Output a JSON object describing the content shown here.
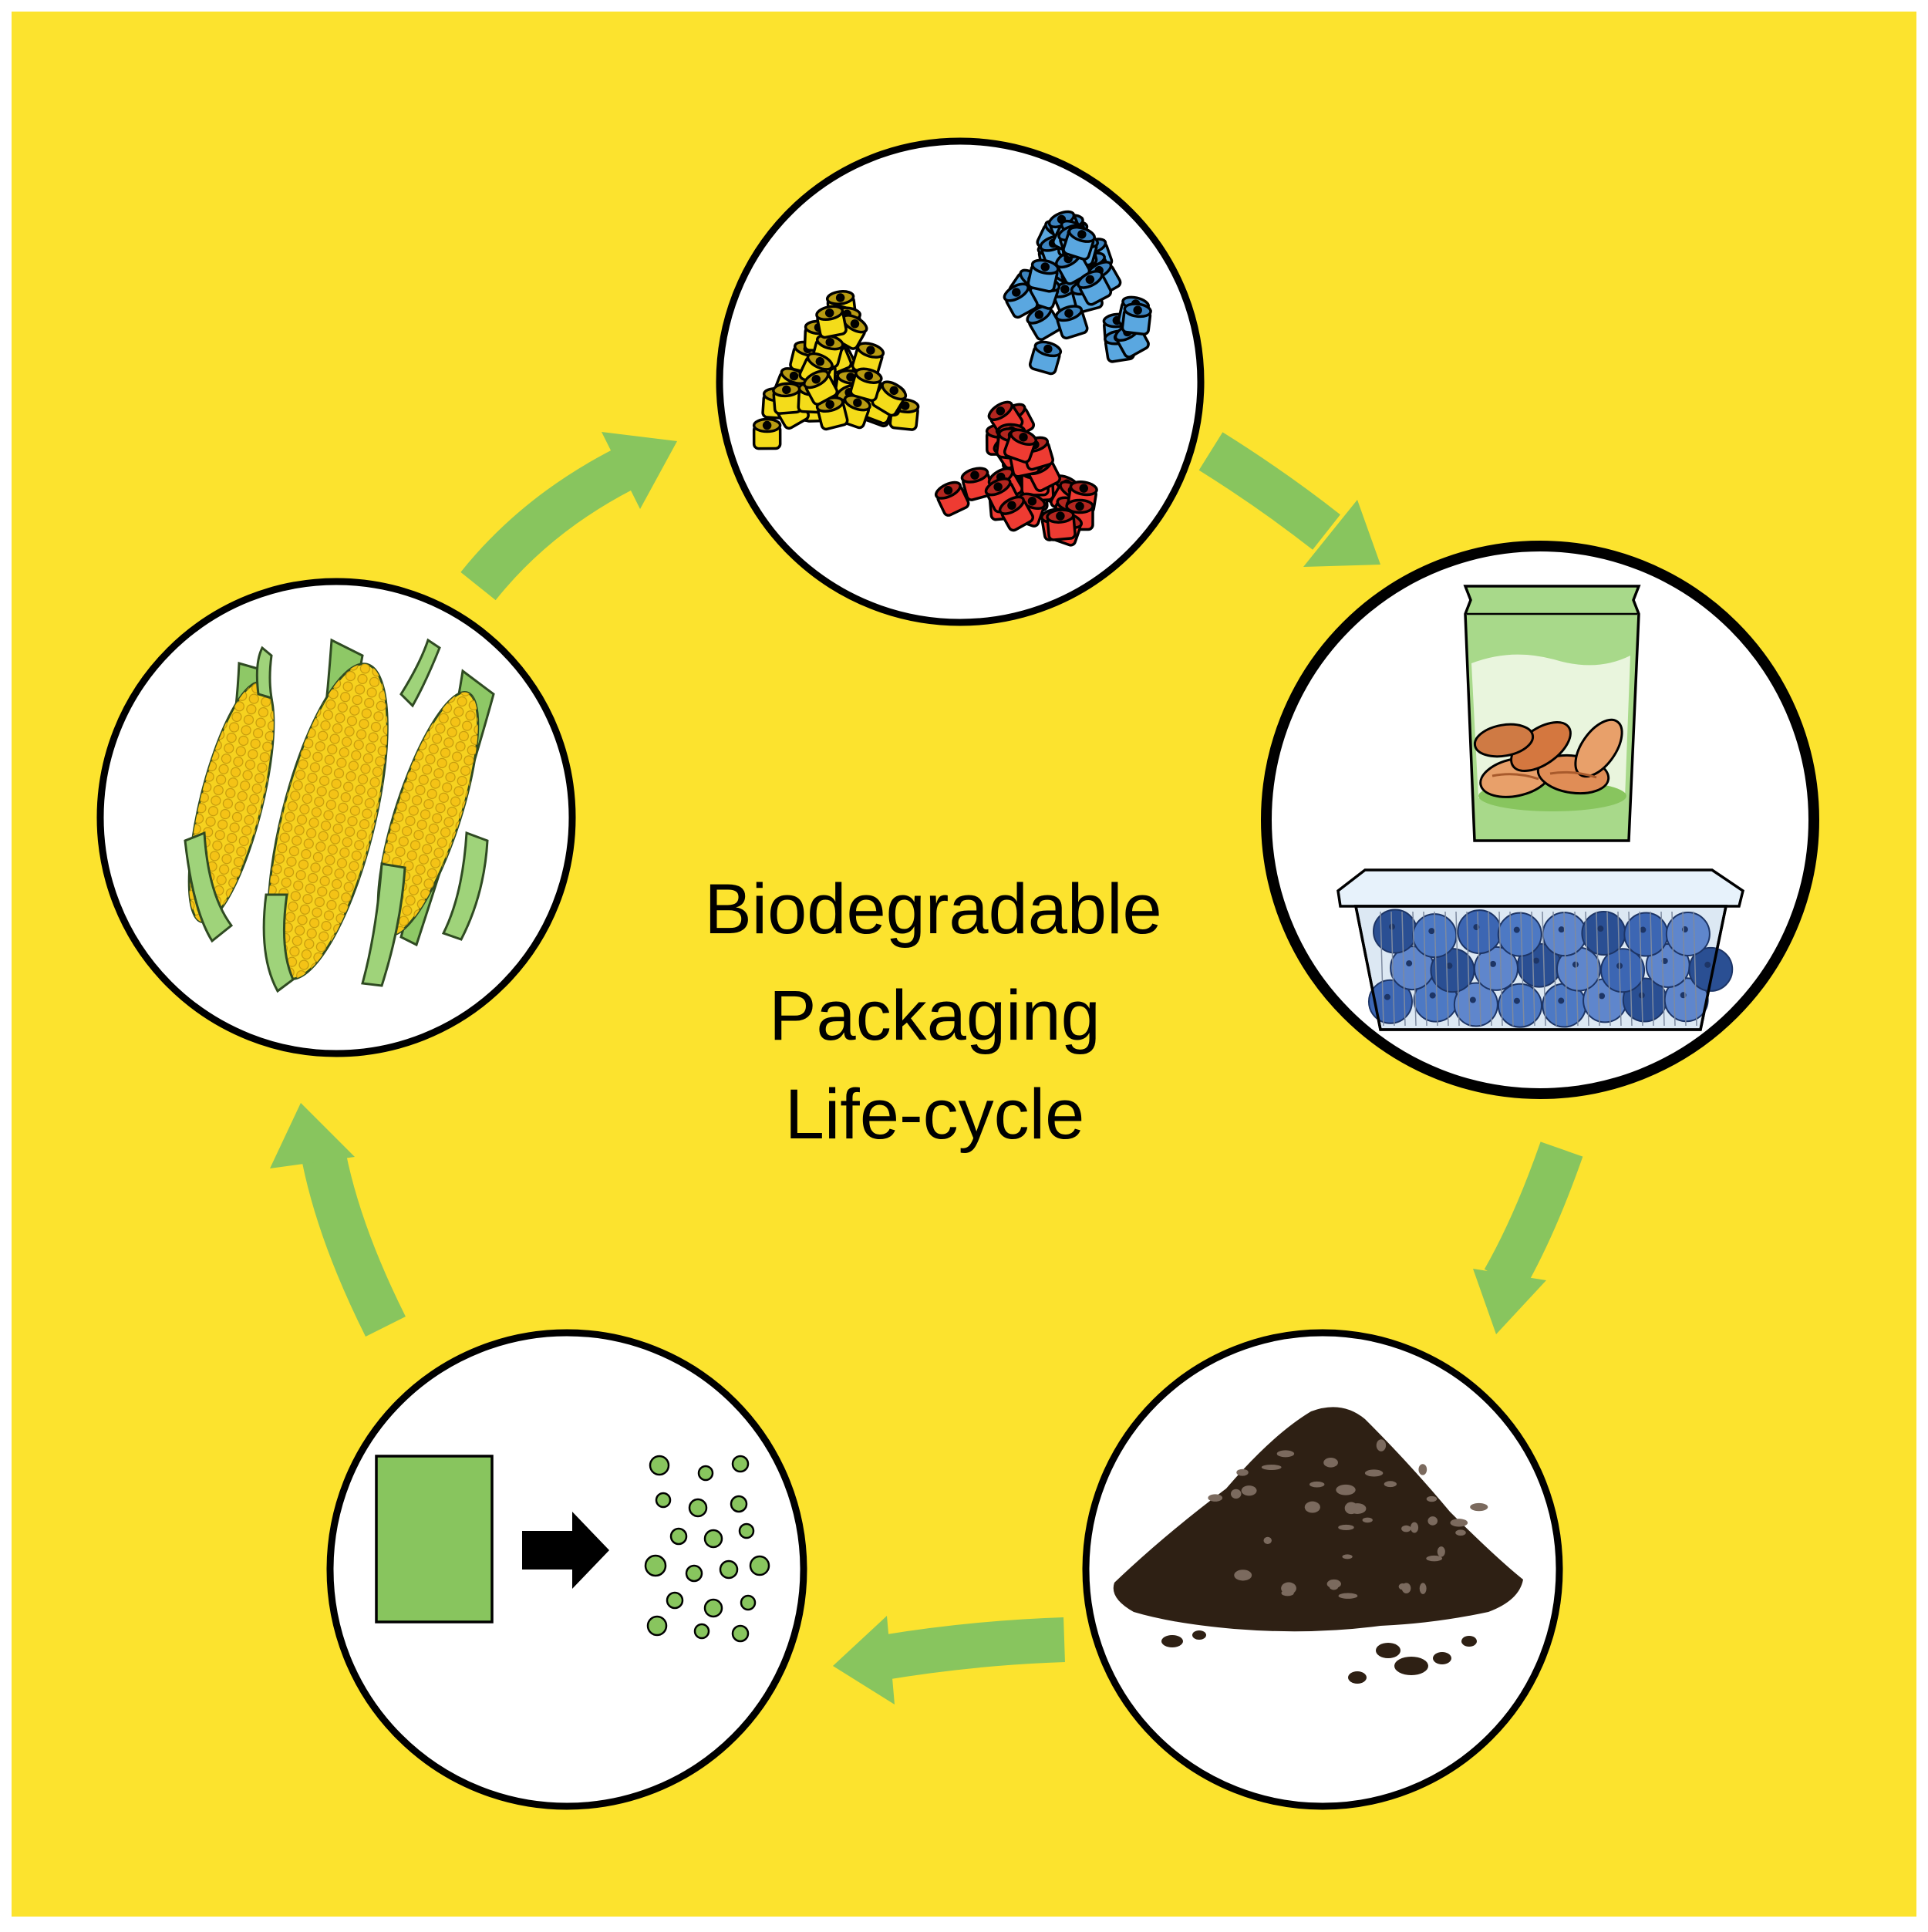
{
  "title": {
    "lines": [
      "Biodegradable",
      "Packaging",
      "Life-cycle"
    ]
  },
  "colors": {
    "background": "#fce32e",
    "arrow": "#88c55e",
    "circle_fill": "#ffffff",
    "outline": "#000000"
  },
  "stages": [
    {
      "name": "plastic-pellets",
      "icon": "pellets-icon"
    },
    {
      "name": "food-packaging",
      "icon": "packaging-icon"
    },
    {
      "name": "compost",
      "icon": "soil-pile-icon"
    },
    {
      "name": "degradation",
      "icon": "breakdown-icon"
    },
    {
      "name": "corn-crop",
      "icon": "corn-icon"
    }
  ]
}
